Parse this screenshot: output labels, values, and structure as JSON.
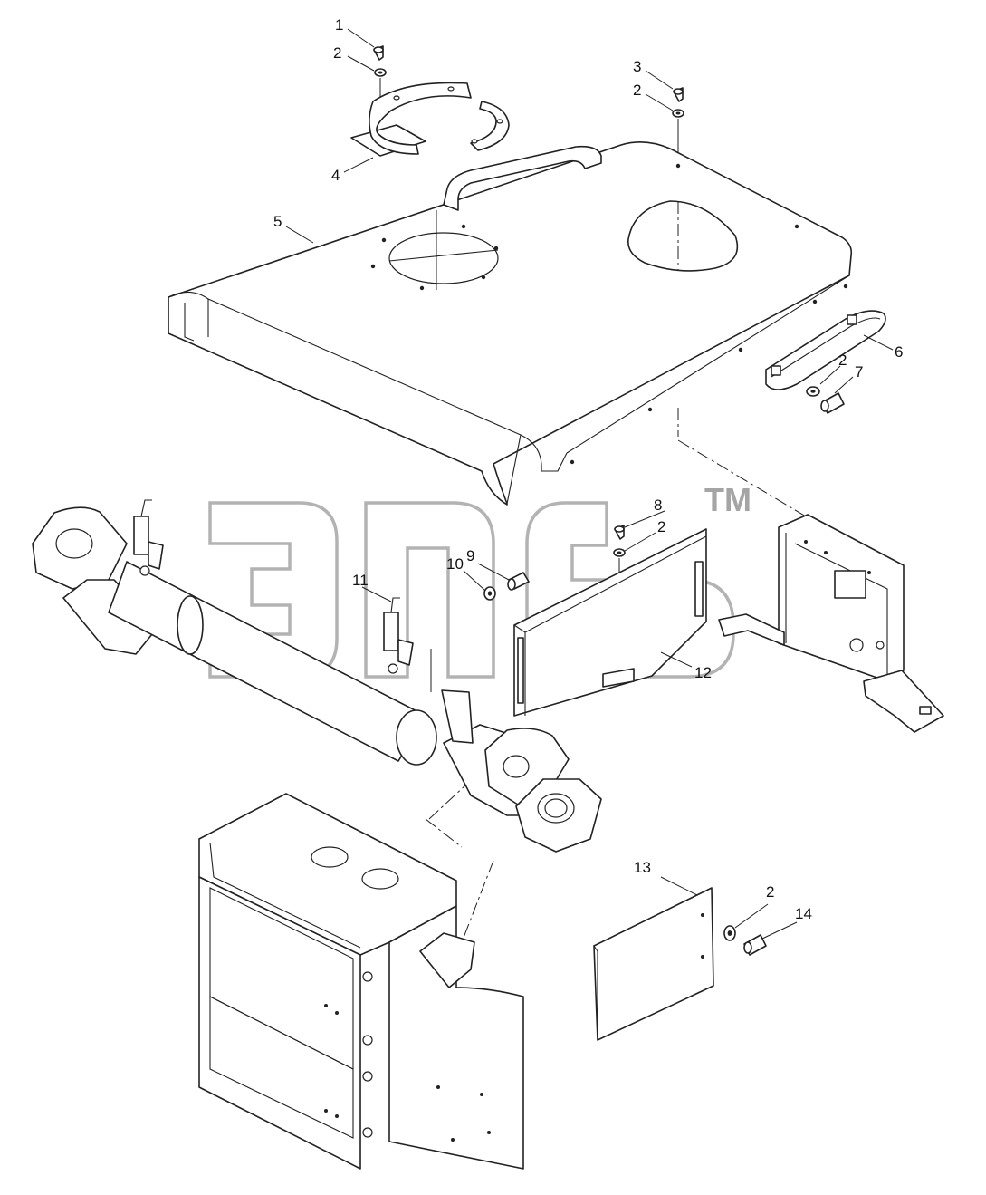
{
  "watermark": {
    "mark": "TM"
  },
  "callouts": [
    {
      "id": "c1a",
      "label": "1"
    },
    {
      "id": "c2a",
      "label": "2"
    },
    {
      "id": "c3",
      "label": "3"
    },
    {
      "id": "c2b",
      "label": "2"
    },
    {
      "id": "c4",
      "label": "4"
    },
    {
      "id": "c5",
      "label": "5"
    },
    {
      "id": "c6",
      "label": "6"
    },
    {
      "id": "c2c",
      "label": "2"
    },
    {
      "id": "c7",
      "label": "7"
    },
    {
      "id": "c8",
      "label": "8"
    },
    {
      "id": "c2d",
      "label": "2"
    },
    {
      "id": "c9",
      "label": "9"
    },
    {
      "id": "c10",
      "label": "10"
    },
    {
      "id": "c11",
      "label": "11"
    },
    {
      "id": "c12",
      "label": "12"
    },
    {
      "id": "c13",
      "label": "13"
    },
    {
      "id": "c2e",
      "label": "2"
    },
    {
      "id": "c14",
      "label": "14"
    }
  ]
}
